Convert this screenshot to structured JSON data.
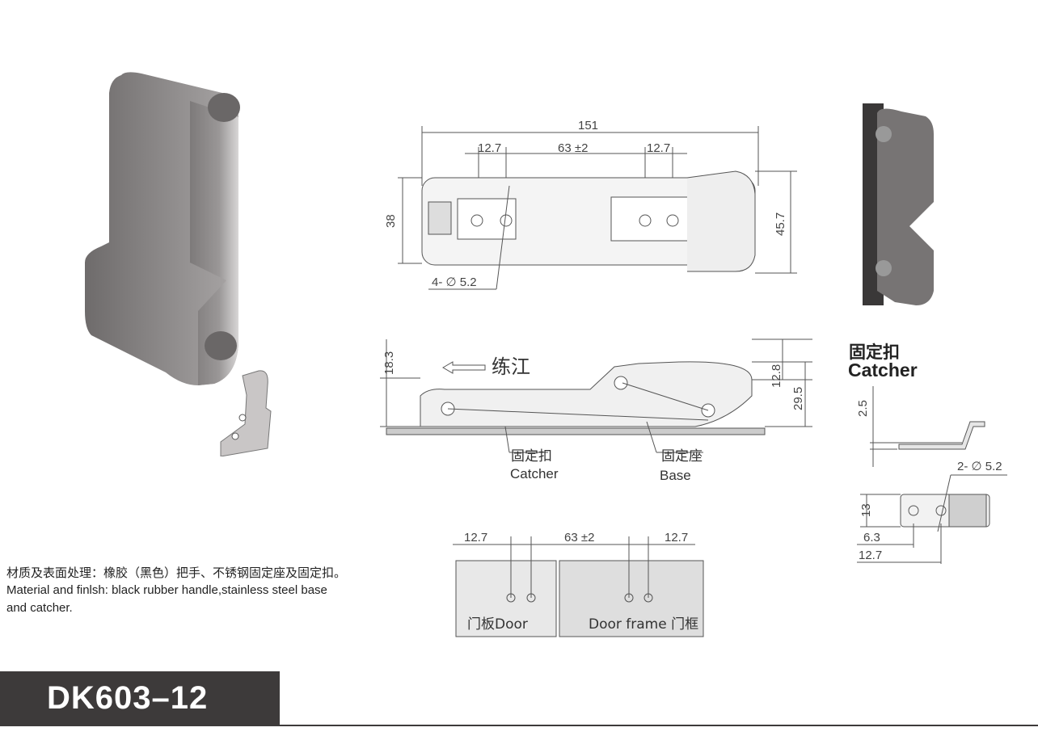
{
  "model": "DK603–12",
  "material": {
    "cn": "材质及表面处理：橡胶（黑色）把手、不锈钢固定座及固定扣。",
    "en": "Material and finlsh: black rubber handle,stainless steel base and catcher."
  },
  "top_view": {
    "overall_length": "151",
    "left_offset": "12.7",
    "center_spacing": "63 ±2",
    "right_offset": "12.7",
    "height_left": "38",
    "height_right": "45.7",
    "holes": "4- ∅ 5.2"
  },
  "side_view": {
    "height_left": "18.3",
    "height_right_a": "12.8",
    "height_right_b": "29.5",
    "direction_label": "练江",
    "catcher_cn": "固定扣",
    "catcher_en": "Catcher",
    "base_cn": "固定座",
    "base_en": "Base"
  },
  "mount_view": {
    "left_offset": "12.7",
    "center_spacing": "63 ±2",
    "right_offset": "12.7",
    "door_label": "门板Door",
    "frame_label": "Door frame 门框"
  },
  "catcher_detail": {
    "title_cn": "固定扣",
    "title_en": "Catcher",
    "thickness": "2.5",
    "holes": "2- ∅ 5.2",
    "height": "13",
    "hole_offset": "6.3",
    "width": "12.7"
  },
  "colors": {
    "model_bg": "#3d3a3a",
    "line": "#555555",
    "handle": "#8e8b8b"
  }
}
